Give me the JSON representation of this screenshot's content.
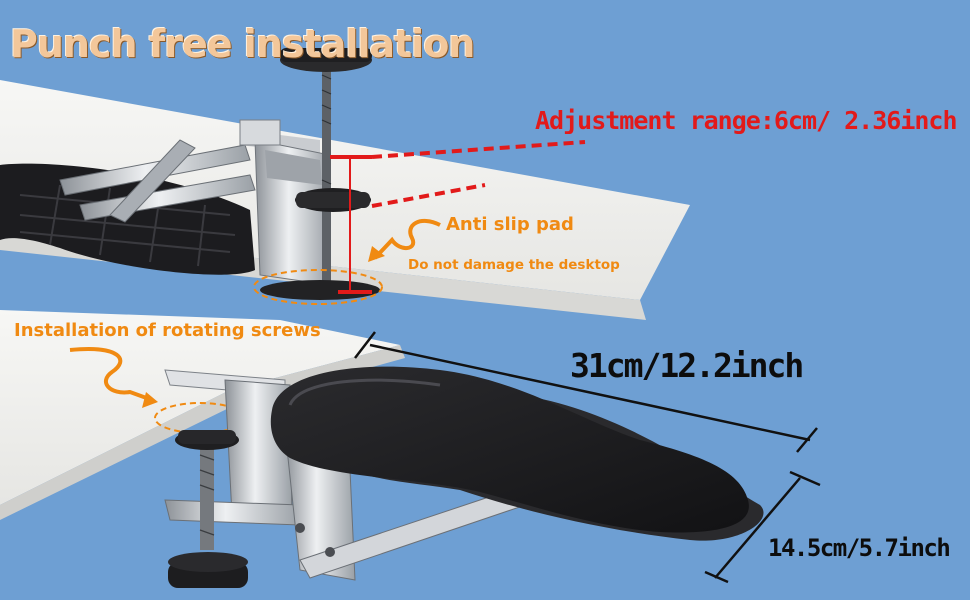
{
  "headline": "Punch free installation",
  "callouts": {
    "adjustment": "Adjustment range:6cm/ 2.36inch",
    "anti_slip": "Anti slip pad",
    "no_damage": "Do not damage the desktop",
    "rotating": "Installation of rotating screws"
  },
  "dimensions": {
    "length": "31cm/12.2inch",
    "width": "14.5cm/5.7inch"
  },
  "colors": {
    "background": "#6e9fd3",
    "desk": "#f4f4f2",
    "accent_red": "#e21a1a",
    "accent_orange": "#f08a12",
    "pad": "#1e1e20",
    "metal": "#b8bcc2"
  }
}
